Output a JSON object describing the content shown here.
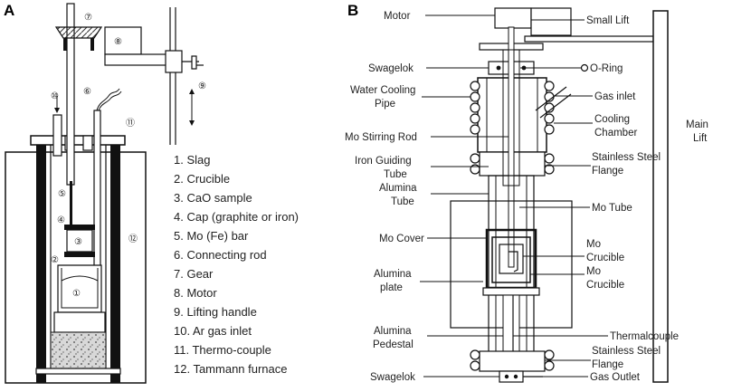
{
  "figure": {
    "panel_a": {
      "letter": "A",
      "callouts": [
        "⑦",
        "⑧",
        "⑥",
        "⑨",
        "⑩",
        "⑪",
        "⑤",
        "④",
        "③",
        "②",
        "①",
        "⑫"
      ],
      "legend": [
        "1.  Slag",
        "2.  Crucible",
        "3.  CaO sample",
        "4.  Cap (graphite or iron)",
        "5.  Mo (Fe) bar",
        "6.  Connecting rod",
        "7.  Gear",
        "8.  Motor",
        "9.  Lifting handle",
        "10. Ar gas inlet",
        "11. Thermo-couple",
        "12. Tammann furnace"
      ]
    },
    "panel_b": {
      "letter": "B",
      "labels": {
        "motor": "Motor",
        "small_lift": "Small Lift",
        "swagelok_top": "Swagelok",
        "o_ring": "O-Ring",
        "water_cooling_1": "Water Cooling",
        "water_cooling_2": "Pipe",
        "gas_inlet": "Gas inlet",
        "cooling_chamber_1": "Cooling",
        "cooling_chamber_2": "Chamber",
        "main_lift_1": "Main",
        "main_lift_2": "Lift",
        "mo_stirring_rod": "Mo Stirring Rod",
        "stainless_flange_top_1": "Stainless Steel",
        "stainless_flange_top_2": "Flange",
        "iron_guiding_1": "Iron Guiding",
        "iron_guiding_2": "Tube",
        "alumina_tube_1": "Alumina",
        "alumina_tube_2": "Tube",
        "mo_tube": "Mo Tube",
        "mo_cover": "Mo Cover",
        "mo_crucible_inner_1": "Mo",
        "mo_crucible_inner_2": "Crucible",
        "mo_crucible_outer_1": "Mo",
        "mo_crucible_outer_2": "Crucible",
        "alumina_plate_1": "Alumina",
        "alumina_plate_2": "plate",
        "thermocouple": "Thermalcouple",
        "alumina_pedestal_1": "Alumina",
        "alumina_pedestal_2": "Pedestal",
        "stainless_flange_bottom_1": "Stainless Steel",
        "stainless_flange_bottom_2": "Flange",
        "swagelok_bottom": "Swagelok",
        "gas_outlet": "Gas Outlet"
      }
    }
  }
}
